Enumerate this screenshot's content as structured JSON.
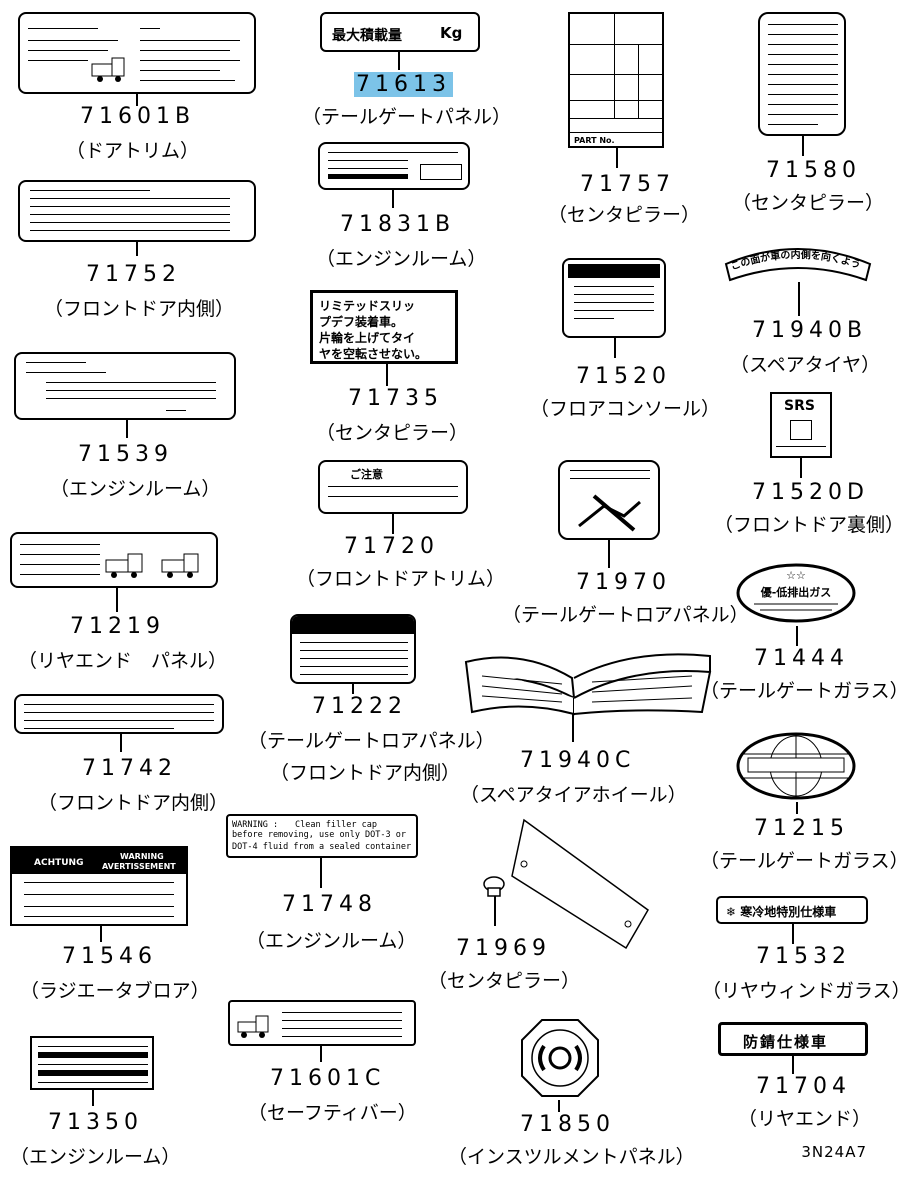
{
  "parts": [
    {
      "id": "71601B",
      "number": "71601B",
      "location": "（ドアトリム）"
    },
    {
      "id": "71613",
      "number": "71613",
      "location": "（テールゲートパネル）",
      "highlight": true
    },
    {
      "id": "71757",
      "number": "71757",
      "location": "（センタピラー）"
    },
    {
      "id": "71580",
      "number": "71580",
      "location": "（センタピラー）"
    },
    {
      "id": "71831B",
      "number": "71831B",
      "location": "（エンジンルーム）"
    },
    {
      "id": "71752",
      "number": "71752",
      "location": "（フロントドア内側）"
    },
    {
      "id": "71940B",
      "number": "71940B",
      "location": "（スペアタイヤ）"
    },
    {
      "id": "71520",
      "number": "71520",
      "location": "（フロアコンソール）"
    },
    {
      "id": "71735",
      "number": "71735",
      "location": "（センタピラー）"
    },
    {
      "id": "71539",
      "number": "71539",
      "location": "（エンジンルーム）"
    },
    {
      "id": "71520D",
      "number": "71520D",
      "location": "（フロントドア裏側）"
    },
    {
      "id": "71720",
      "number": "71720",
      "location": "（フロントドアトリム）"
    },
    {
      "id": "71970",
      "number": "71970",
      "location": "（テールゲートロアパネル）"
    },
    {
      "id": "71219",
      "number": "71219",
      "location": "（リヤエンド　パネル）"
    },
    {
      "id": "71444",
      "number": "71444",
      "location": "（テールゲートガラス）"
    },
    {
      "id": "71222",
      "number": "71222",
      "location1": "（テールゲートロアパネル）",
      "location2": "（フロントドア内側）"
    },
    {
      "id": "71742",
      "number": "71742",
      "location": "（フロントドア内側）"
    },
    {
      "id": "71940C",
      "number": "71940C",
      "location": "（スペアタイアホイール）"
    },
    {
      "id": "71215",
      "number": "71215",
      "location": "（テールゲートガラス）"
    },
    {
      "id": "71748",
      "number": "71748",
      "location": "（エンジンルーム）"
    },
    {
      "id": "71546",
      "number": "71546",
      "location": "（ラジエータブロア）"
    },
    {
      "id": "71969",
      "number": "71969",
      "location": "（センタピラー）"
    },
    {
      "id": "71532",
      "number": "71532",
      "location": "（リヤウィンドガラス）"
    },
    {
      "id": "71601C",
      "number": "71601C",
      "location": "（セーフティバー）"
    },
    {
      "id": "71704",
      "number": "71704",
      "location": "（リヤエンド）"
    },
    {
      "id": "71350",
      "number": "71350",
      "location": "（エンジンルーム）"
    },
    {
      "id": "71850",
      "number": "71850",
      "location": "（インスツルメントパネル）"
    }
  ],
  "label_text": {
    "max_load": "最大積載量",
    "max_load_unit": "Kg",
    "limited_slip": [
      "リミテッドスリッ",
      "プデフ装着車。",
      "片輪を上げてタイ",
      "ヤを空転させない。"
    ],
    "caution": "ご注意",
    "srs": "SRS",
    "stars": "☆☆",
    "low_emission": "優-低排出ガス",
    "cold_region": "❄ 寒冷地特別仕様車",
    "rustproof": "防錆仕様車",
    "warning_71748": [
      "WARNING :　　Clean filler cap",
      "before removing, use only DOT-3 or",
      "DOT-4 fluid from a sealed container"
    ],
    "warning_71546": [
      "ACHTUNG",
      "WARNING",
      "AVERTISSEMENT"
    ],
    "spare_tire_arc": "この面が車の内側を向くよう取り付けて下さい",
    "part_no": "PART No."
  },
  "diagram_code": "3N24A7"
}
